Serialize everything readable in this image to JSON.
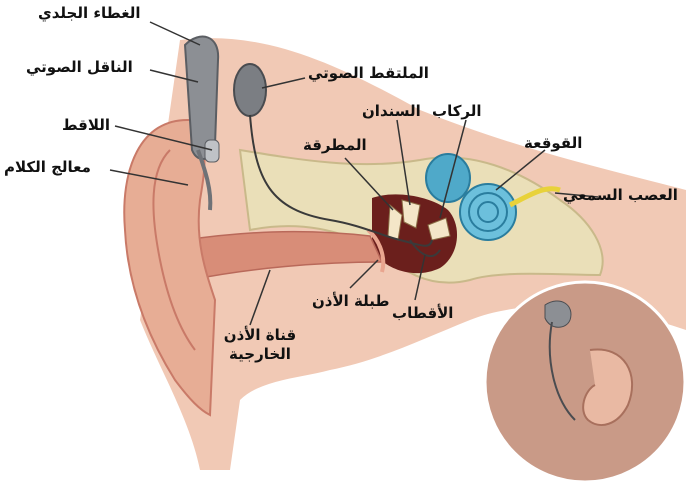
{
  "colors": {
    "background": "#ffffff",
    "skin": "#e9b7a0",
    "skin_dark": "#c97a68",
    "bone": "#eadfb8",
    "cochlea": "#4fa9c9",
    "nerve": "#e8d23a",
    "device": "#8c8f94",
    "wire": "#3a3a3a",
    "leader": "#333333",
    "text": "#111111"
  },
  "labels": {
    "skin_flap": "الغطاء الجلدي",
    "sound_transmitter": "الناقل الصوتي",
    "receiver": "اللاقط",
    "speech_processor": "معالج الكلام",
    "microphone": "الملتقط الصوتي",
    "incus": "السندان",
    "stapes": "الركاب",
    "malleus": "المطرقة",
    "cochlea": "القوقعة",
    "auditory_nerve": "العصب السمعي",
    "eardrum": "طبلة الأذن",
    "electrodes": "الأقطاب",
    "ear_canal_line1": "قناة الأذن",
    "ear_canal_line2": "الخارجية"
  }
}
